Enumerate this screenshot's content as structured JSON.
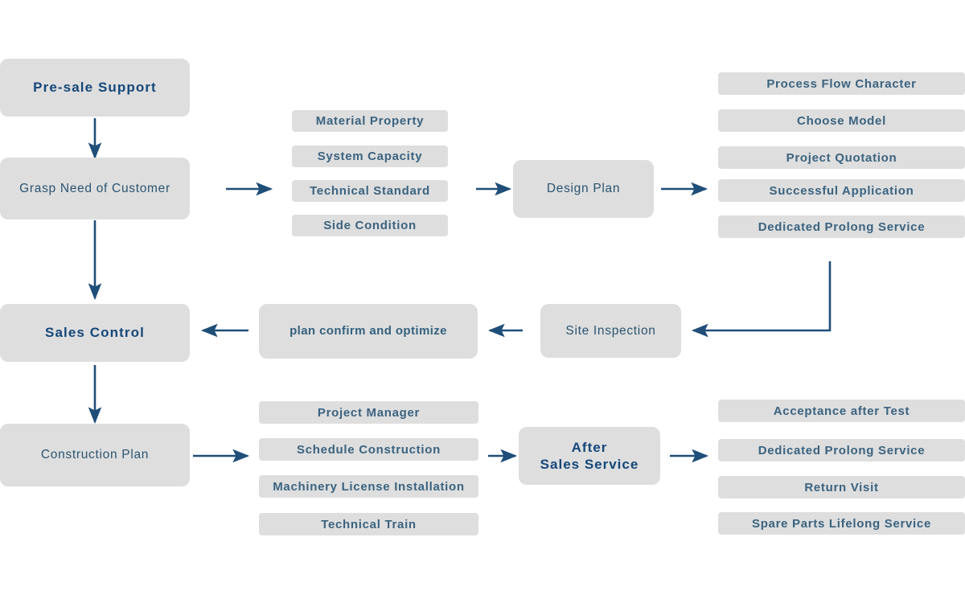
{
  "diagram": {
    "title": "Pre-sale Support / Sales Control / Construction Plan service flowchart",
    "colors": {
      "box_fill": "#dedede",
      "arrow": "#1f4e79",
      "major_text": "#14477a",
      "pill_text": "#3a6380",
      "background": "#ffffff"
    },
    "nodes": {
      "pre_sale_support": "Pre-sale Support",
      "grasp_need": "Grasp Need of Customer",
      "design_plan": "Design Plan",
      "sales_control": "Sales Control",
      "plan_confirm": "plan confirm and optimize",
      "site_inspection": "Site Inspection",
      "construction_plan": "Construction Plan",
      "after_sales_line1": "After",
      "after_sales_line2": "Sales Service"
    },
    "row1_middle_items": [
      "Material Property",
      "System Capacity",
      "Technical Standard",
      "Side Condition"
    ],
    "row1_right_items": [
      "Process Flow Character",
      "Choose Model",
      "Project Quotation",
      "Successful Application",
      "Dedicated Prolong Service"
    ],
    "row3_middle_items": [
      "Project Manager",
      "Schedule Construction",
      "Machinery License Installation",
      "Technical Train"
    ],
    "row3_right_items": [
      "Acceptance after Test",
      "Dedicated Prolong Service",
      "Return Visit",
      "Spare Parts Lifelong Service"
    ]
  }
}
